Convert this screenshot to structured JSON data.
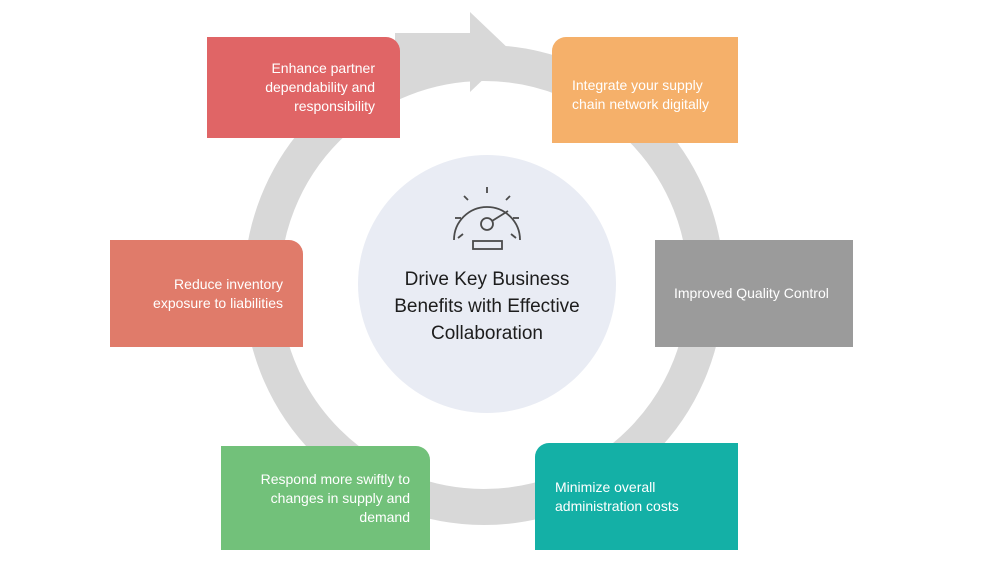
{
  "diagram": {
    "center_title": "Drive Key Business Benefits with Effective Collaboration",
    "center_icon": "speedometer-icon",
    "colors": {
      "ring": "#d8d8d8",
      "center_fill": "#e9ecf4",
      "enhance": "#e06566",
      "integrate": "#f5b06a",
      "quality": "#9b9b9b",
      "minimize": "#14b0a6",
      "respond": "#72c17a",
      "reduce": "#e07b6a"
    },
    "items": [
      {
        "lines": [
          "Enhance partner",
          "dependability and",
          "responsibility"
        ]
      },
      {
        "lines": [
          "Integrate your supply",
          "chain network digitally"
        ]
      },
      {
        "lines": [
          "Improved Quality Control"
        ]
      },
      {
        "lines": [
          "Minimize overall",
          "administration costs"
        ]
      },
      {
        "lines": [
          "Respond more swiftly to",
          "changes in supply and",
          "demand"
        ]
      },
      {
        "lines": [
          "Reduce inventory",
          "exposure to liabilities"
        ]
      }
    ]
  }
}
